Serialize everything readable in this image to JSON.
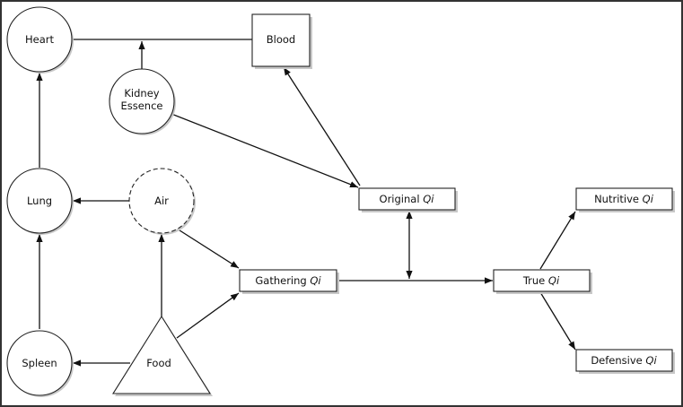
{
  "title": "Qi formation diagram",
  "nodes": {
    "heart": {
      "label": "Heart",
      "shape": "circle"
    },
    "blood": {
      "label": "Blood",
      "shape": "square"
    },
    "kidney": {
      "label_lines": [
        "Kidney",
        "Essence"
      ],
      "shape": "circle"
    },
    "lung": {
      "label": "Lung",
      "shape": "circle"
    },
    "air": {
      "label": "Air",
      "shape": "dashed-circle"
    },
    "spleen": {
      "label": "Spleen",
      "shape": "circle"
    },
    "food": {
      "label": "Food",
      "shape": "triangle"
    },
    "original_qi": {
      "label": "Original",
      "qi": "Qi",
      "shape": "box"
    },
    "gathering_qi": {
      "label": "Gathering",
      "qi": "Qi",
      "shape": "box"
    },
    "true_qi": {
      "label": "True",
      "qi": "Qi",
      "shape": "box"
    },
    "nutritive_qi": {
      "label": "Nutritive",
      "qi": "Qi",
      "shape": "box"
    },
    "defensive_qi": {
      "label": "Defensive",
      "qi": "Qi",
      "shape": "box"
    }
  },
  "edges": [
    {
      "from": "heart",
      "to": "blood",
      "type": "line"
    },
    {
      "from": "kidney",
      "to": "heart-blood-line",
      "type": "arrow"
    },
    {
      "from": "kidney",
      "to": "original_qi",
      "type": "arrow"
    },
    {
      "from": "original_qi",
      "to": "blood",
      "type": "arrow"
    },
    {
      "from": "lung",
      "to": "heart",
      "type": "arrow"
    },
    {
      "from": "air",
      "to": "lung",
      "type": "arrow"
    },
    {
      "from": "spleen",
      "to": "lung",
      "type": "arrow"
    },
    {
      "from": "food",
      "to": "spleen",
      "type": "arrow"
    },
    {
      "from": "food",
      "to": "air",
      "type": "arrow"
    },
    {
      "from": "food",
      "to": "gathering_qi",
      "type": "arrow"
    },
    {
      "from": "air",
      "to": "gathering_qi",
      "type": "arrow"
    },
    {
      "from": "gathering_qi",
      "to": "true_qi",
      "type": "arrow"
    },
    {
      "from": "original_qi",
      "to": "gathering-true-line",
      "type": "double-arrow"
    },
    {
      "from": "true_qi",
      "to": "nutritive_qi",
      "type": "arrow"
    },
    {
      "from": "true_qi",
      "to": "defensive_qi",
      "type": "arrow"
    }
  ]
}
